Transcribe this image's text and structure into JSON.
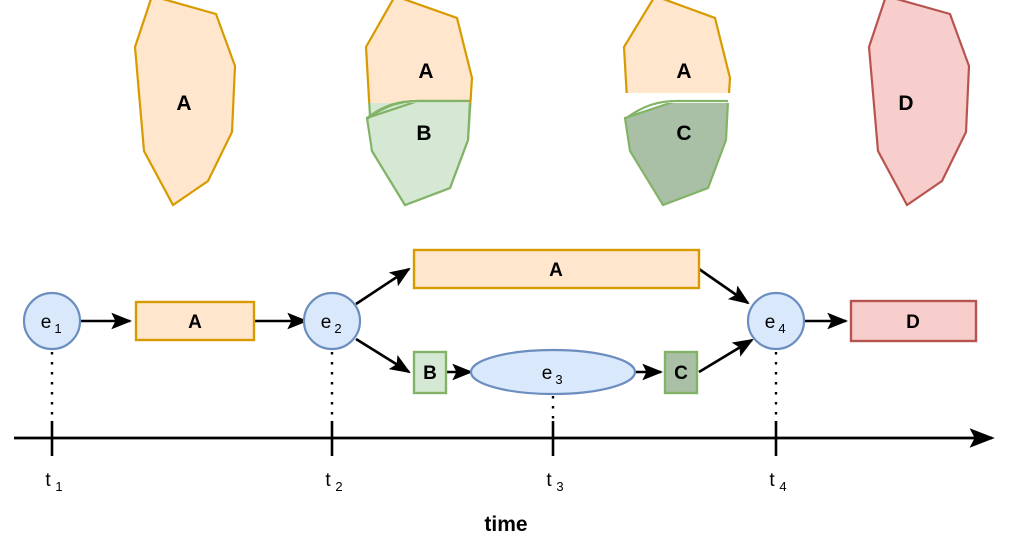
{
  "diagram": {
    "title_label": "time",
    "colors": {
      "a_fill": "#ffe6cc",
      "a_stroke": "#d79b00",
      "b_fill": "#d5e8d4",
      "b_stroke": "#82b366",
      "c_fill": "#a9c0a6",
      "c_stroke": "#82b366",
      "d_fill": "#f8cecc",
      "d_stroke": "#b85450",
      "node_fill": "#dae8fc",
      "node_stroke": "#6c8ebf",
      "line": "#000000"
    },
    "snapshots": [
      {
        "name": "snapshot-t1",
        "regions": [
          {
            "label": "A",
            "fill_key": "a_fill",
            "stroke_key": "a_stroke"
          }
        ]
      },
      {
        "name": "snapshot-t2",
        "regions": [
          {
            "label": "A",
            "fill_key": "a_fill",
            "stroke_key": "a_stroke"
          },
          {
            "label": "B",
            "fill_key": "b_fill",
            "stroke_key": "b_stroke"
          }
        ]
      },
      {
        "name": "snapshot-t3",
        "regions": [
          {
            "label": "A",
            "fill_key": "a_fill",
            "stroke_key": "a_stroke"
          },
          {
            "label": "C",
            "fill_key": "c_fill",
            "stroke_key": "c_stroke"
          }
        ]
      },
      {
        "name": "snapshot-t4",
        "regions": [
          {
            "label": "D",
            "fill_key": "d_fill",
            "stroke_key": "d_stroke"
          }
        ]
      }
    ],
    "graph": {
      "nodes": [
        {
          "id": "e1",
          "base": "e",
          "sub": "1"
        },
        {
          "id": "e2",
          "base": "e",
          "sub": "2"
        },
        {
          "id": "e3",
          "base": "e",
          "sub": "3"
        },
        {
          "id": "e4",
          "base": "e",
          "sub": "4"
        }
      ],
      "boxes": [
        {
          "id": "box-a-1",
          "label": "A"
        },
        {
          "id": "box-a-2",
          "label": "A"
        },
        {
          "id": "box-b",
          "label": "B"
        },
        {
          "id": "box-c",
          "label": "C"
        },
        {
          "id": "box-d",
          "label": "D"
        }
      ]
    },
    "timeline": {
      "axis_label": "time",
      "ticks": [
        {
          "base": "t",
          "sub": "1"
        },
        {
          "base": "t",
          "sub": "2"
        },
        {
          "base": "t",
          "sub": "3"
        },
        {
          "base": "t",
          "sub": "4"
        }
      ]
    }
  }
}
